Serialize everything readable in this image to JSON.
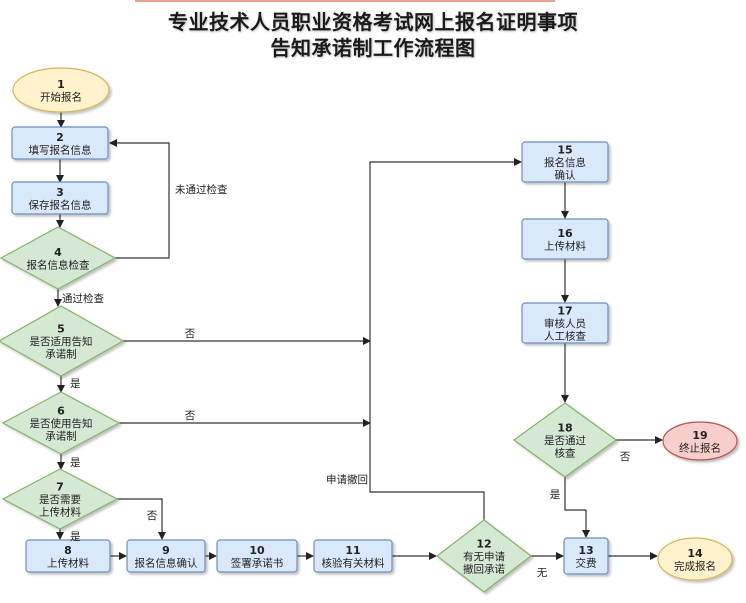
{
  "title": {
    "line1": "专业技术人员职业资格考试网上报名证明事项",
    "line2": "告知承诺制工作流程图"
  },
  "colors": {
    "terminal_fill": "#fff2cc",
    "terminal_border": "#d6b656",
    "process_fill": "#dae8fc",
    "process_border": "#6c8ebf",
    "decision_fill": "#d5e8d4",
    "decision_border": "#82b366",
    "end_fill": "#f8cecc",
    "end_border": "#b85450"
  },
  "nodes": [
    {
      "id": "1",
      "type": "terminal",
      "lines": [
        "开始报名"
      ]
    },
    {
      "id": "2",
      "type": "process",
      "lines": [
        "填写报名信息"
      ]
    },
    {
      "id": "3",
      "type": "process",
      "lines": [
        "保存报名信息"
      ]
    },
    {
      "id": "4",
      "type": "decision",
      "lines": [
        "报名信息检查"
      ]
    },
    {
      "id": "5",
      "type": "decision",
      "lines": [
        "是否适用告知",
        "承诺制"
      ]
    },
    {
      "id": "6",
      "type": "decision",
      "lines": [
        "是否使用告知",
        "承诺制"
      ]
    },
    {
      "id": "7",
      "type": "decision",
      "lines": [
        "是否需要",
        "上传材料"
      ]
    },
    {
      "id": "8",
      "type": "process",
      "lines": [
        "上传材料"
      ]
    },
    {
      "id": "9",
      "type": "process",
      "lines": [
        "报名信息确认"
      ]
    },
    {
      "id": "10",
      "type": "process",
      "lines": [
        "签署承诺书"
      ]
    },
    {
      "id": "11",
      "type": "process",
      "lines": [
        "核验有关材料"
      ]
    },
    {
      "id": "12",
      "type": "decision",
      "lines": [
        "有无申请",
        "撤回承诺"
      ]
    },
    {
      "id": "13",
      "type": "process",
      "lines": [
        "交费"
      ]
    },
    {
      "id": "14",
      "type": "terminal",
      "lines": [
        "完成报名"
      ]
    },
    {
      "id": "15",
      "type": "process",
      "lines": [
        "报名信息",
        "确认"
      ]
    },
    {
      "id": "16",
      "type": "process",
      "lines": [
        "上传材料"
      ]
    },
    {
      "id": "17",
      "type": "process",
      "lines": [
        "审核人员",
        "人工核查"
      ]
    },
    {
      "id": "18",
      "type": "decision",
      "lines": [
        "是否通过",
        "核查"
      ]
    },
    {
      "id": "19",
      "type": "end",
      "lines": [
        "终止报名"
      ]
    }
  ],
  "edges": [
    {
      "from": "1",
      "to": "2",
      "label": ""
    },
    {
      "from": "2",
      "to": "3",
      "label": ""
    },
    {
      "from": "3",
      "to": "4",
      "label": ""
    },
    {
      "from": "4",
      "to": "2",
      "label": "未通过检查"
    },
    {
      "from": "4",
      "to": "5",
      "label": "通过检查"
    },
    {
      "from": "5",
      "to": "15",
      "label": "否"
    },
    {
      "from": "5",
      "to": "6",
      "label": "是"
    },
    {
      "from": "6",
      "to": "15",
      "label": "否"
    },
    {
      "from": "6",
      "to": "7",
      "label": "是"
    },
    {
      "from": "7",
      "to": "9",
      "label": "否"
    },
    {
      "from": "7",
      "to": "8",
      "label": "是"
    },
    {
      "from": "8",
      "to": "9",
      "label": ""
    },
    {
      "from": "9",
      "to": "10",
      "label": ""
    },
    {
      "from": "10",
      "to": "11",
      "label": ""
    },
    {
      "from": "11",
      "to": "12",
      "label": ""
    },
    {
      "from": "12",
      "to": "15",
      "label": "申请撤回"
    },
    {
      "from": "12",
      "to": "13",
      "label": "无"
    },
    {
      "from": "13",
      "to": "14",
      "label": ""
    },
    {
      "from": "15",
      "to": "16",
      "label": ""
    },
    {
      "from": "16",
      "to": "17",
      "label": ""
    },
    {
      "from": "17",
      "to": "18",
      "label": ""
    },
    {
      "from": "18",
      "to": "19",
      "label": "否"
    },
    {
      "from": "18",
      "to": "13",
      "label": "是"
    }
  ]
}
